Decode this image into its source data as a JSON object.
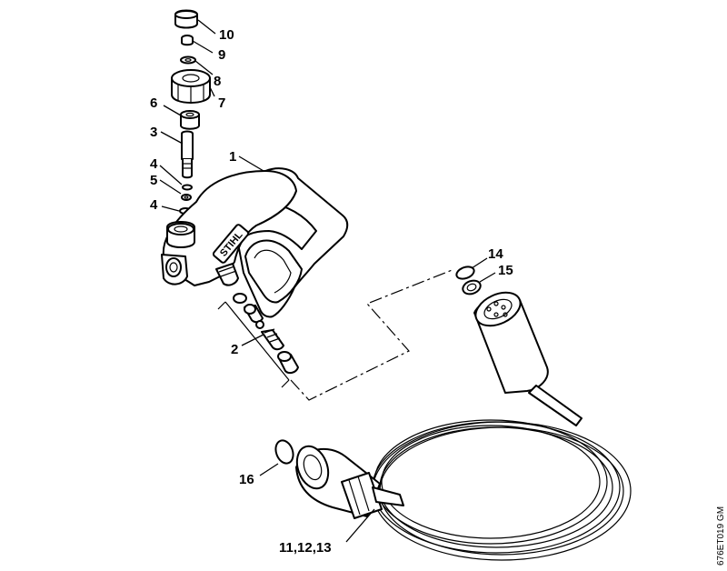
{
  "diagram": {
    "drawing_code": "676ET019 GM",
    "brand_logo": "STIHL",
    "callouts": [
      {
        "id": "1",
        "text": "1"
      },
      {
        "id": "2",
        "text": "2"
      },
      {
        "id": "3",
        "text": "3"
      },
      {
        "id": "4a",
        "text": "4"
      },
      {
        "id": "5",
        "text": "5"
      },
      {
        "id": "4b",
        "text": "4"
      },
      {
        "id": "6",
        "text": "6"
      },
      {
        "id": "7",
        "text": "7"
      },
      {
        "id": "8",
        "text": "8"
      },
      {
        "id": "9",
        "text": "9"
      },
      {
        "id": "10",
        "text": "10"
      },
      {
        "id": "11",
        "text": "11,12,13"
      },
      {
        "id": "14",
        "text": "14"
      },
      {
        "id": "15",
        "text": "15"
      },
      {
        "id": "16",
        "text": "16"
      }
    ]
  }
}
